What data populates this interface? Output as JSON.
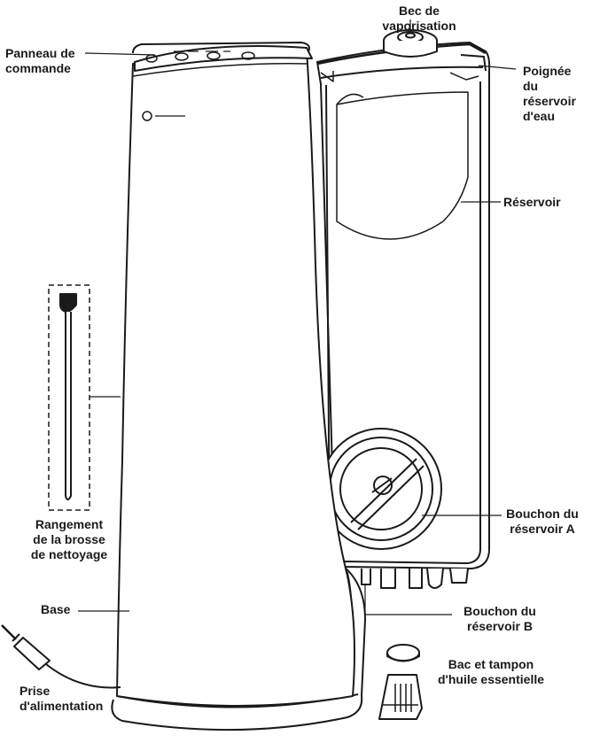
{
  "labels": {
    "bec_vaporisation": "Bec de vaporisation",
    "panneau_commande": "Panneau de\ncommande",
    "poignee": "Poignée\ndu réservoir\nd'eau",
    "reservoir": "Réservoir",
    "rangement_brosse": "Rangement\nde la brosse\nde nettoyage",
    "bouchon_a": "Bouchon du\nréservoir A",
    "bouchon_b": "Bouchon du\nréservoir B",
    "base": "Base",
    "bac_tampon": "Bac et tampon\nd'huile essentielle",
    "prise": "Prise\nd'alimentation"
  },
  "colors": {
    "line": "#1a1a1a",
    "fill": "#ffffff",
    "shade": "#d9d9d9"
  }
}
